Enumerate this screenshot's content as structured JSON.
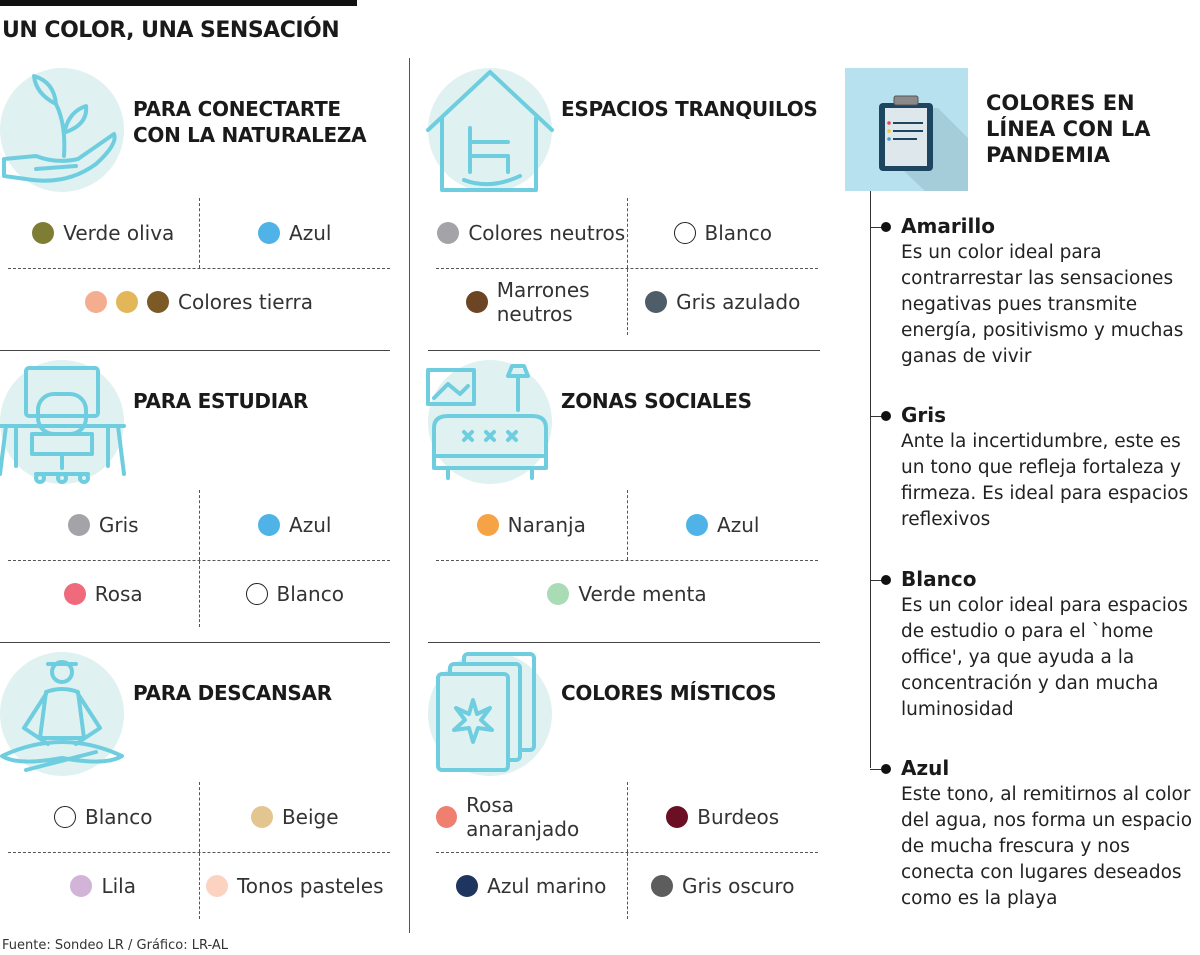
{
  "title": "UN COLOR, UNA SENSACIÓN",
  "sections": [
    {
      "title": "PARA CONECTARTE CON LA NATURALEZA",
      "icon": "plant-in-hand-icon",
      "rows": [
        [
          {
            "label": "Verde oliva",
            "colors": [
              "#7f7d33"
            ]
          },
          {
            "label": "Azul",
            "colors": [
              "#4fb3e8"
            ]
          }
        ],
        [
          {
            "label": "Colores tierra",
            "colors": [
              "#f4ad8e",
              "#e3b65a",
              "#7c5a26"
            ]
          }
        ]
      ]
    },
    {
      "title": "PARA ESTUDIAR",
      "icon": "desk-chair-icon",
      "rows": [
        [
          {
            "label": "Gris",
            "colors": [
              "#a4a4a8"
            ]
          },
          {
            "label": "Azul",
            "colors": [
              "#4fb3e8"
            ]
          }
        ],
        [
          {
            "label": "Rosa",
            "colors": [
              "#ef6b7b"
            ]
          },
          {
            "label": "Blanco",
            "colors": [
              "#ffffff"
            ]
          }
        ]
      ]
    },
    {
      "title": "PARA DESCANSAR",
      "icon": "meditation-icon",
      "rows": [
        [
          {
            "label": "Blanco",
            "colors": [
              "#ffffff"
            ]
          },
          {
            "label": "Beige",
            "colors": [
              "#e3c58f"
            ]
          }
        ],
        [
          {
            "label": "Lila",
            "colors": [
              "#d2b4d9"
            ]
          },
          {
            "label": "Tonos pasteles",
            "colors": [
              "#fbd3c0"
            ]
          }
        ]
      ]
    },
    {
      "title": "ESPACIOS TRANQUILOS",
      "icon": "house-rocking-chair-icon",
      "rows": [
        [
          {
            "label": "Colores neutros",
            "colors": [
              "#a4a4a8"
            ]
          },
          {
            "label": "Blanco",
            "colors": [
              "#ffffff"
            ]
          }
        ],
        [
          {
            "label": "Marrones neutros",
            "colors": [
              "#6b4524"
            ]
          },
          {
            "label": "Gris azulado",
            "colors": [
              "#4f5d68"
            ]
          }
        ]
      ]
    },
    {
      "title": "ZONAS SOCIALES",
      "icon": "sofa-icon",
      "rows": [
        [
          {
            "label": "Naranja",
            "colors": [
              "#f6a345"
            ]
          },
          {
            "label": "Azul",
            "colors": [
              "#4fb3e8"
            ]
          }
        ],
        [
          {
            "label": "Verde menta",
            "colors": [
              "#a9dbb5"
            ]
          }
        ]
      ]
    },
    {
      "title": "COLORES MÍSTICOS",
      "icon": "tarot-cards-icon",
      "rows": [
        [
          {
            "label": "Rosa anaranjado",
            "colors": [
              "#ef7f6e"
            ]
          },
          {
            "label": "Burdeos",
            "colors": [
              "#6b0f24"
            ]
          }
        ],
        [
          {
            "label": "Azul marino",
            "colors": [
              "#1e3560"
            ]
          },
          {
            "label": "Gris oscuro",
            "colors": [
              "#5d5d5d"
            ]
          }
        ]
      ]
    }
  ],
  "pandemic": {
    "title": "COLORES EN LÍNEA CON LA PANDEMIA",
    "entries": [
      {
        "name": "Amarillo",
        "text": "Es un color ideal para contrarrestar las sensaciones negativas pues transmite energía, positivismo y muchas ganas de vivir"
      },
      {
        "name": "Gris",
        "text": "Ante la incertidumbre, este es un tono que refleja fortaleza y firmeza. Es ideal para espacios reflexivos"
      },
      {
        "name": "Blanco",
        "text": "Es un color ideal para espacios de estudio o para el `home office', ya que ayuda a la concentración y dan mucha luminosidad"
      },
      {
        "name": "Azul",
        "text": "Este tono, al remitirnos al color del agua, nos forma un espacio de mucha frescura y nos conecta con lugares deseados como es la playa"
      }
    ]
  },
  "footer": "Fuente: Sondeo LR / Gráfico: LR-AL"
}
